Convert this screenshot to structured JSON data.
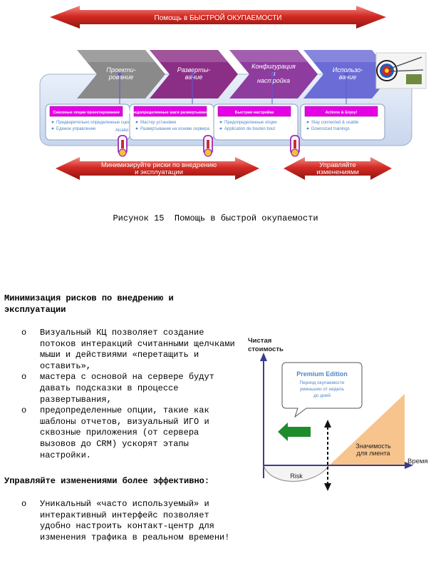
{
  "top_banner": "Помощь в БЫСТРОЙ ОКУПАЕМОСТИ",
  "steps": [
    {
      "label": "Проекти-\nрование",
      "color": "#8a8a8a",
      "box_title": "Сквозные опции проектирования",
      "items": [
        "Предварительно определенные сценарии",
        "Единое управление"
      ],
      "extra": "Alcatel"
    },
    {
      "label": "Разверты-\nвание",
      "color": "#8b2f86",
      "box_title": "Предопределенные шаги развертывания",
      "items": [
        "Мастер установки",
        "Развертывание на основе сервера"
      ],
      "extra": ""
    },
    {
      "label": "Конфигурация\nи\nнастройка",
      "color": "#8e3c9e",
      "box_title": "Быстрая настройка",
      "items": [
        "Предопределенные опции",
        "Application de bouten bout"
      ],
      "extra": ""
    },
    {
      "label": "Использо-\nвание",
      "color": "#6c6cd6",
      "box_title": "Actions & Enjoy!",
      "items": [
        "Stay connected & usable",
        "Downsized trainings"
      ],
      "extra": ""
    }
  ],
  "bottom_left_banner": "Минимизируйте риски по внедрению\nи эксплуатации",
  "bottom_right_banner": "Управляйте\nизменениями",
  "caption": "Рисунок 15  Помощь в быстрой окупаемости",
  "section1": {
    "title": "Минимизация рисков по внедрению и\nэксплуатации",
    "bullets": [
      "Визуальный КЦ позволяет создание потоков интеракций считанными щелчками мыши и действиями «перетащить и оставить»,",
      "мастера с основой на сервере будут давать подсказки в процессе развертывания,",
      "предопределенные опции, такие как шаблоны отчетов, визуальный ИГО и сквозные приложения (от сервера вызовов до CRM) ускорят этапы настройки."
    ]
  },
  "section2": {
    "title": "Управляйте изменениями более эффективно:",
    "bullets": [
      "Уникальный «часто используемый» и интерактивный интерфейс позволяет удобно настроить контакт-центр для изменения трафика в реальном времени!"
    ]
  },
  "chart": {
    "y_label": "Чистая\nстоимость",
    "x_label": "Время",
    "callout_title": "Premium Edition",
    "callout_text": "Период окупаемости\nуменьшен от недель\nдо дней",
    "value_label": "Значимость\nдля лиента",
    "risk_label": "Risk"
  },
  "colors": {
    "banner_red": "#c9221c",
    "highlight_magenta": "#e600e6",
    "arrow_green": "#1e8c2a",
    "value_area": "#f7c48d",
    "axis": "#3c3c8c"
  }
}
